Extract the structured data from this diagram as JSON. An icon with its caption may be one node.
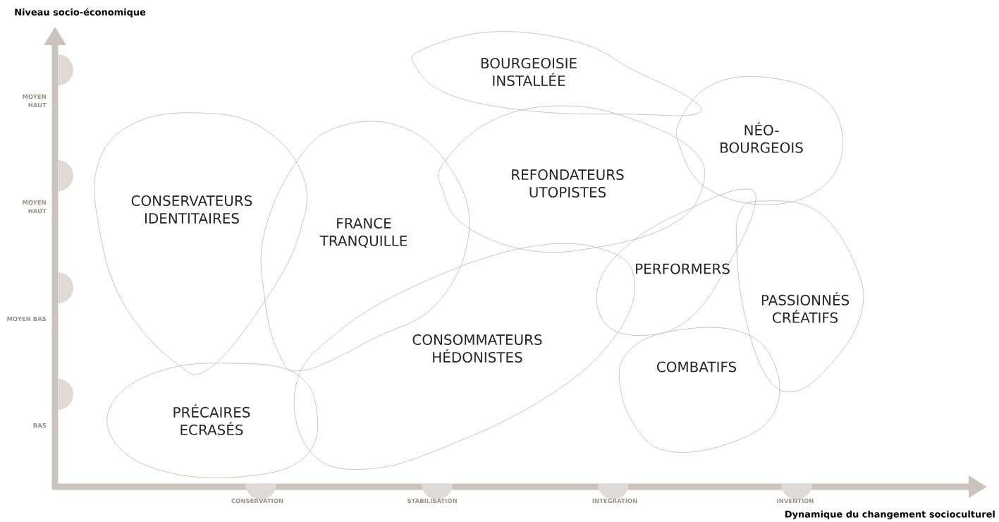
{
  "diagram": {
    "nodes": [
      {
        "text": [
          "BOURGEOISIE INSTALLÉE"
        ]
      },
      {
        "text": [
          "NÉO- BOURGEOIS"
        ]
      },
      {
        "text": [
          "REFONDATEURS UTOPISTES"
        ]
      },
      {
        "text": [
          "CONSERVATEURS IDENTITAIRES"
        ]
      },
      {
        "text": [
          "FRANCE TRANQUILLE"
        ]
      },
      {
        "text": [
          "PERFORMERS"
        ]
      },
      {
        "text": [
          "PASSIONNÉS CRÉATIFS"
        ]
      },
      {
        "text": [
          "CONSOMMATEURS HÉDONISTES"
        ]
      },
      {
        "text": [
          "COMBATIFS"
        ]
      },
      {
        "text": [
          "PRÉCAIRES ECRASÉS"
        ]
      }
    ],
    "labels": [
      "Niveau socio-économique",
      "MOYEN HAUT",
      "MOYEN HAUT",
      "MOYEN BAS",
      "BAS",
      "CONSERVATION",
      "STABILISATION",
      "INTEGRATION",
      "INVENTION",
      "Dynamique du changement socioculturel"
    ]
  }
}
